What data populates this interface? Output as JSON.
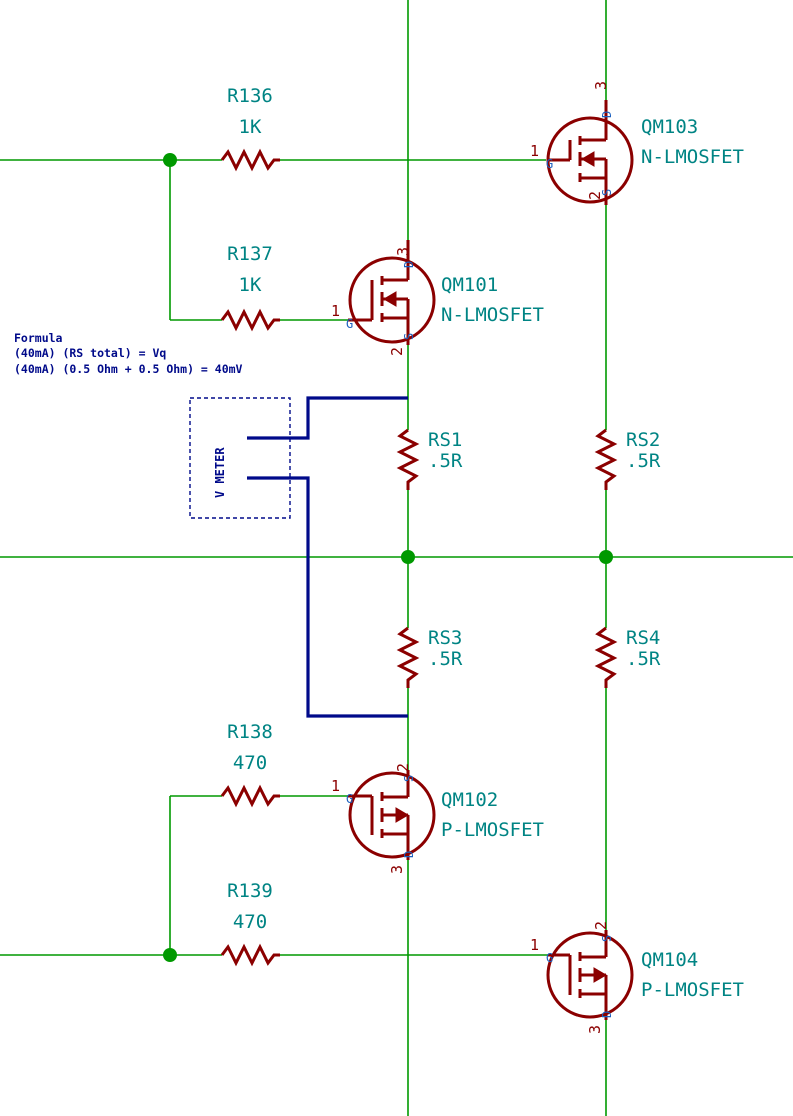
{
  "resistors": {
    "r136": {
      "ref": "R136",
      "value": "1K"
    },
    "r137": {
      "ref": "R137",
      "value": "1K"
    },
    "r138": {
      "ref": "R138",
      "value": "470"
    },
    "r139": {
      "ref": "R139",
      "value": "470"
    },
    "rs1": {
      "ref": "RS1",
      "value": ".5R"
    },
    "rs2": {
      "ref": "RS2",
      "value": ".5R"
    },
    "rs3": {
      "ref": "RS3",
      "value": ".5R"
    },
    "rs4": {
      "ref": "RS4",
      "value": ".5R"
    }
  },
  "mosfets": {
    "qm101": {
      "ref": "QM101",
      "value": "N-LMOSFET",
      "pin_gate": "1",
      "pin_drain": "3",
      "pin_source": "2"
    },
    "qm102": {
      "ref": "QM102",
      "value": "P-LMOSFET",
      "pin_gate": "1",
      "pin_source": "2",
      "pin_drain": "3"
    },
    "qm103": {
      "ref": "QM103",
      "value": "N-LMOSFET",
      "pin_gate": "1",
      "pin_drain": "3",
      "pin_source": "2"
    },
    "qm104": {
      "ref": "QM104",
      "value": "P-LMOSFET",
      "pin_gate": "1",
      "pin_source": "2",
      "pin_drain": "3"
    }
  },
  "pin_letters": {
    "gate": "G",
    "drain": "D",
    "source": "S"
  },
  "note": {
    "line1": "Formula",
    "line2": "(40mA) (RS total) = Vq",
    "line3": "(40mA) (0.5 Ohm + 0.5 Ohm) = 40mV"
  },
  "meter": {
    "label": "V METER"
  },
  "colors": {
    "wire": "#009900",
    "component": "#8b0000",
    "label": "#008484",
    "annotation": "#000a8a",
    "pin_letter": "#1a5fbf"
  }
}
